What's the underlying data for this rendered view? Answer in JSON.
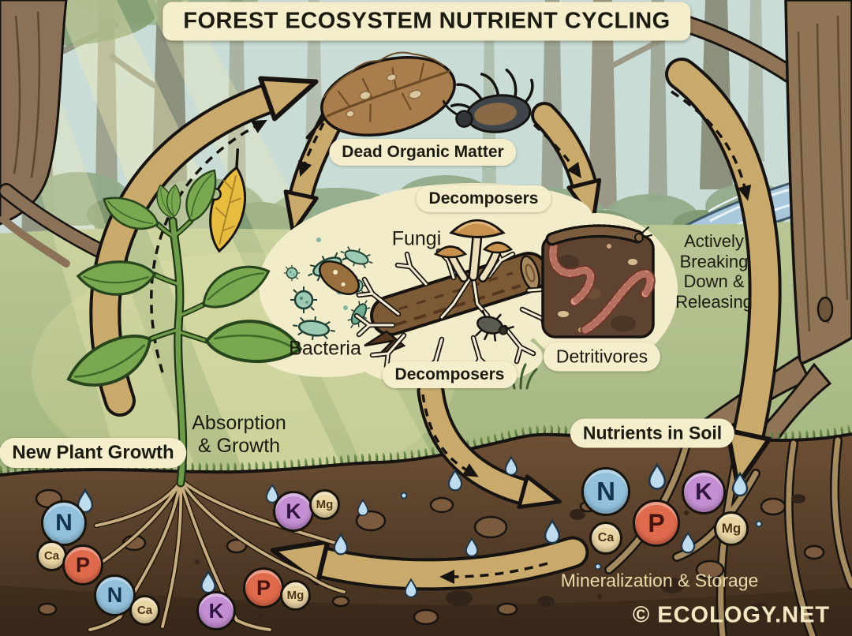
{
  "title": "FOREST ECOSYSTEM NUTRIENT CYCLING",
  "labels": {
    "dead_organic_matter": "Dead Organic Matter",
    "decomposers_top": "Decomposers",
    "decomposers_bottom": "Decomposers",
    "fungi": "Fungi",
    "bacteria": "Bacteria",
    "detritivores": "Detritivores",
    "actively_line1": "Actively",
    "actively_line2": "Breaking",
    "actively_line3": "Down &",
    "actively_line4": "Releasing",
    "new_plant_growth": "New Plant Growth",
    "absorption_line1": "Absorption",
    "absorption_line2": "& Growth",
    "nutrients_in_soil": "Nutrients in Soil",
    "mineralization": "Mineralization & Storage"
  },
  "footer": {
    "copyright": "© ECOLOGY.NET"
  },
  "nutrients": {
    "soil_left": [
      "N",
      "Ca",
      "P",
      "N",
      "Ca",
      "K",
      "P",
      "Mg",
      "K",
      "Mg"
    ],
    "soil_right": [
      "N",
      "P",
      "K",
      "Ca",
      "Mg"
    ]
  },
  "colors": {
    "arrow": "#c9aa6c",
    "label_background": "#f5eecd",
    "nitrogen_badge": "#93c1dd",
    "phosphorus_badge": "#e06a4c",
    "potassium_badge": "#c58fd3",
    "mineral_badge": "#ead5a4",
    "soil_text": "#ecdcab"
  }
}
